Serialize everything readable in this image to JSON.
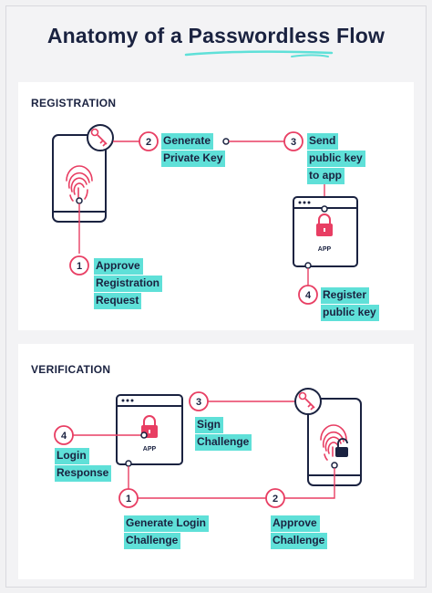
{
  "header": {
    "title": "Anatomy of a Passwordless Flow"
  },
  "registration": {
    "title": "REGISTRATION",
    "steps": [
      {
        "num": "1",
        "lines": [
          "Approve",
          "Registration",
          "Request"
        ]
      },
      {
        "num": "2",
        "lines": [
          "Generate",
          "Private Key"
        ]
      },
      {
        "num": "3",
        "lines": [
          "Send",
          "public key",
          "to app"
        ]
      },
      {
        "num": "4",
        "lines": [
          "Register",
          "public key"
        ]
      }
    ],
    "app_label": "APP"
  },
  "verification": {
    "title": "VERIFICATION",
    "steps": [
      {
        "num": "1",
        "lines": [
          "Generate Login",
          "Challenge"
        ]
      },
      {
        "num": "2",
        "lines": [
          "Approve",
          "Challenge"
        ]
      },
      {
        "num": "3",
        "lines": [
          "Sign",
          "Challenge"
        ]
      },
      {
        "num": "4",
        "lines": [
          "Login",
          "Response"
        ]
      }
    ],
    "app_label": "APP"
  },
  "colors": {
    "navy": "#1a2240",
    "accent": "#e83e63",
    "highlight": "#5fe0d8"
  }
}
